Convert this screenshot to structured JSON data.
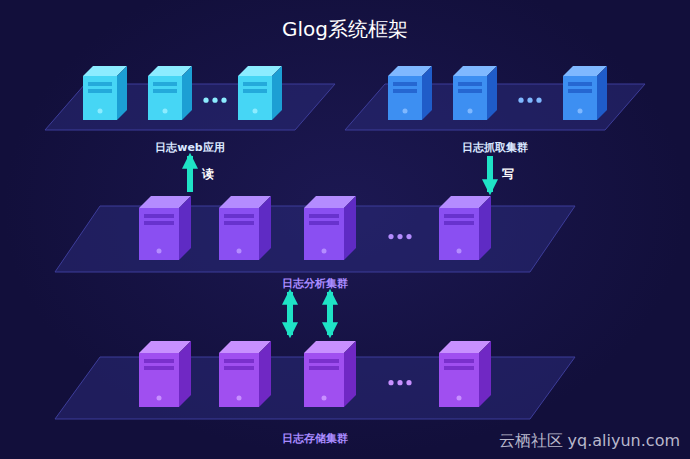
{
  "diagram": {
    "title": "Glog系统框架",
    "nodes": [
      {
        "text": [
          "日志web应用"
        ]
      },
      {
        "text": [
          "日志抓取集群"
        ]
      },
      {
        "text": [
          "日志分析集群"
        ]
      },
      {
        "text": [
          "日志存储集群"
        ]
      }
    ],
    "edges": [
      {
        "from": 2,
        "to": 0,
        "label": "读",
        "arrow": "to"
      },
      {
        "from": 1,
        "to": 2,
        "label": "写",
        "arrow": "to"
      },
      {
        "from": 2,
        "to": 3,
        "arrow": "both"
      },
      {
        "from": 3,
        "to": 2,
        "arrow": "both"
      }
    ],
    "labels": [
      "云栖社区 yq.aliyun.com"
    ]
  }
}
